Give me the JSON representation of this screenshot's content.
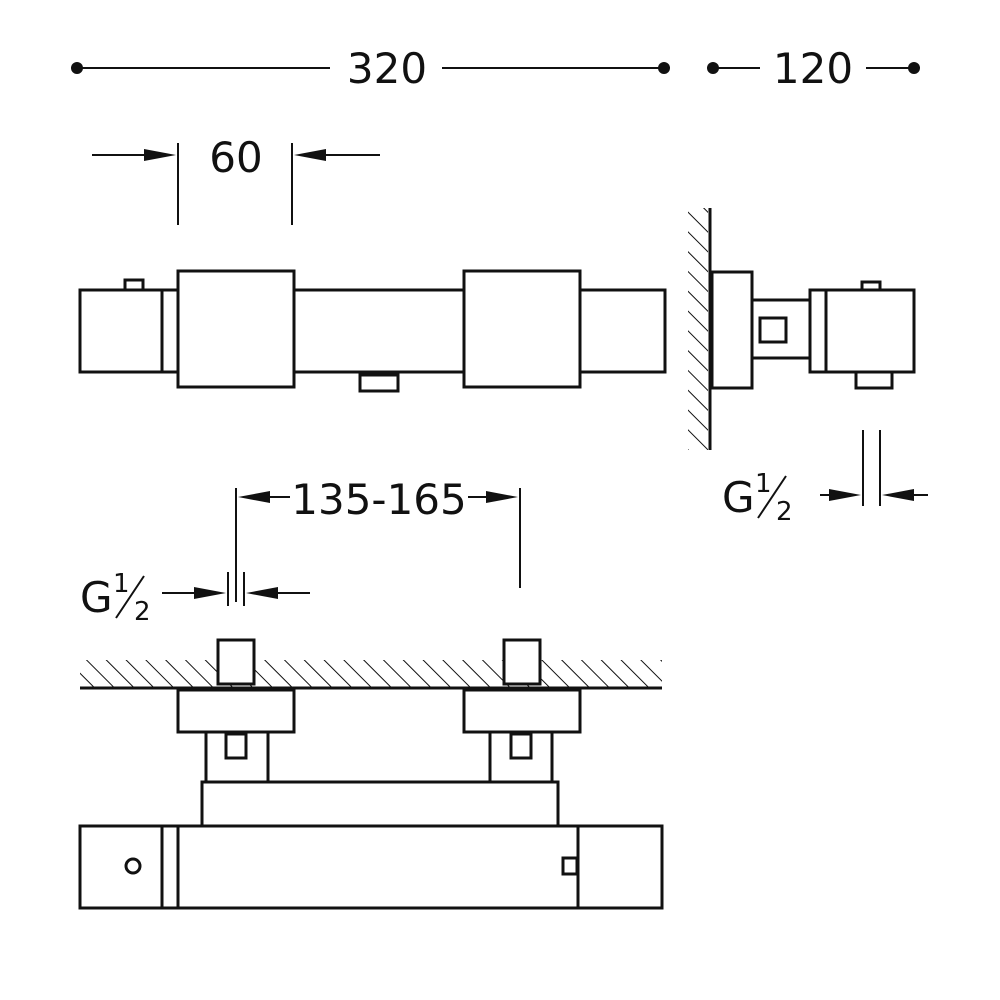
{
  "dimensions": {
    "overall_width": "320",
    "depth": "120",
    "control_width": "60",
    "center_distance": "135-165",
    "thread_front": {
      "letter": "G",
      "num": "1",
      "den": "2"
    },
    "thread_side": {
      "letter": "G",
      "num": "1",
      "den": "2"
    }
  },
  "colors": {
    "line": "#111111",
    "background": "#ffffff"
  }
}
